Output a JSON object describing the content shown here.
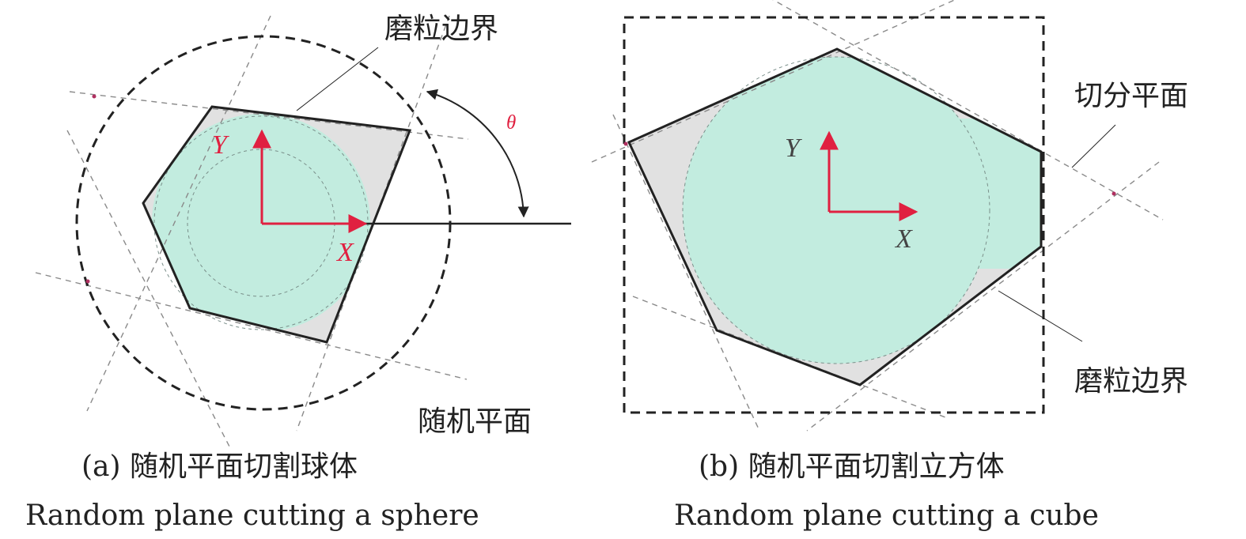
{
  "panel_a": {
    "axis_y": "Y",
    "axis_x": "X",
    "angle_symbol": "θ",
    "label_grain_boundary": "磨粒边界",
    "label_random_plane": "随机平面",
    "caption_cn": "(a) 随机平面切割球体",
    "caption_en": "Random plane cutting a sphere"
  },
  "panel_b": {
    "axis_y": "Y",
    "axis_x": "X",
    "label_cutting_plane": "切分平面",
    "label_grain_boundary": "磨粒边界",
    "caption_cn": "(b) 随机平面切割立方体",
    "caption_en": "Random plane cutting a cube"
  },
  "colors": {
    "fill_section": "#c2ecdf",
    "fill_gap": "#e1e1e1",
    "axis_arrow": "#e02040",
    "angle_label": "#e02040",
    "plane_line": "#8a8a8a",
    "plane_intersection": "#b03060",
    "outline": "#222222"
  },
  "icons": [
    "arrowhead-icon"
  ]
}
